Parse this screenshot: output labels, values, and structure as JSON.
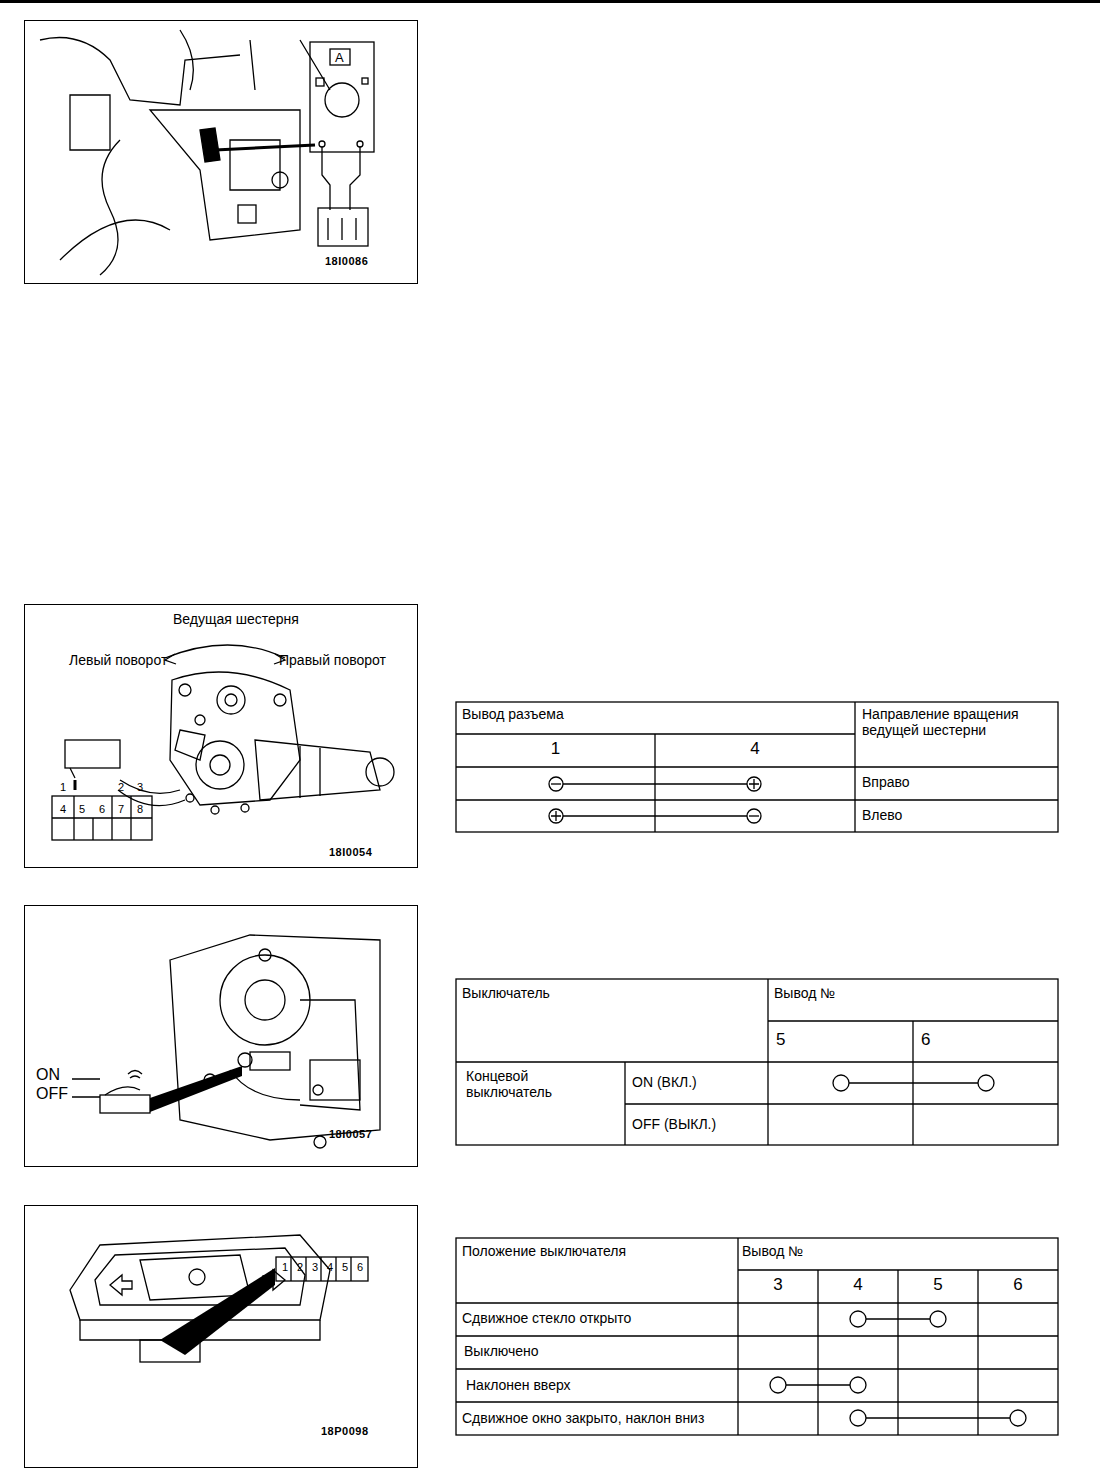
{
  "diagram": {
    "nodes": [
      {
        "text": [
          "A",
          "18I0086"
        ]
      },
      {
        "text": [
          "Ведущая шестерня",
          "Левый поворот",
          "Правый поворот",
          "1",
          "2",
          "3",
          "4",
          "5",
          "6",
          "7",
          "8",
          "18I0054"
        ]
      },
      {
        "text": [
          "ON",
          "OFF",
          "18I0057"
        ]
      },
      {
        "text": [
          "1",
          "2",
          "3",
          "4",
          "5",
          "6",
          "18P0098"
        ]
      }
    ],
    "labels": [
      "Вывод разъема",
      "Направление вращения ведущей шестерни",
      "1",
      "4",
      "Вправо",
      "Влево",
      "Выключатель",
      "Вывод №",
      "5",
      "6",
      "Концевой выключатель",
      "ON (ВКЛ.)",
      "OFF (ВЫКЛ.)",
      "Положение выключателя",
      "Вывод №",
      "3",
      "4",
      "5",
      "6",
      "Сдвижное стекло открыто",
      "Выключено",
      "Наклонен вверх",
      "Сдвижное окно закрыто, наклон вниз"
    ]
  }
}
